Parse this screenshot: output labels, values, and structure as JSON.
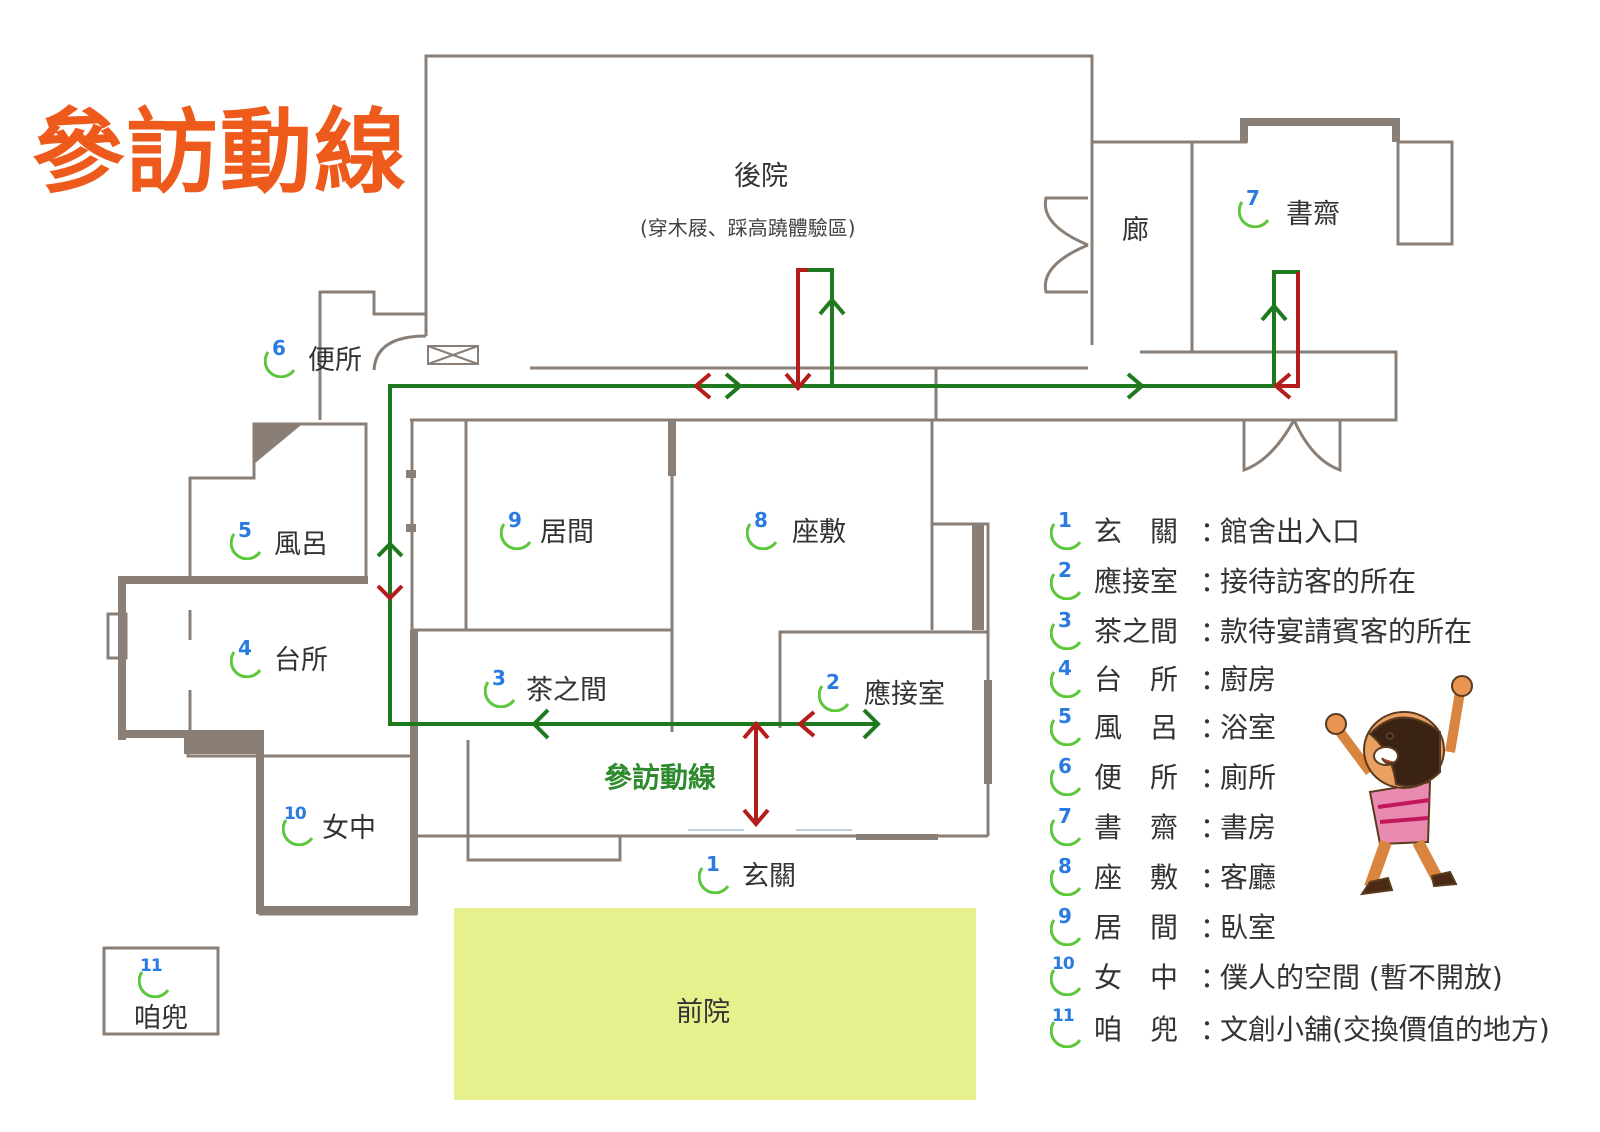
{
  "title": "參訪動線",
  "route_label": "參訪動線",
  "colors": {
    "wall": "#8a7f76",
    "route_forward": "#1f7a1f",
    "route_back": "#b51c1c",
    "front_yard": "#e6f08c",
    "title": "#ee5a1c",
    "badge_number": "#2a7be0",
    "badge_ring": "#5cc73a"
  },
  "rooms": {
    "backyard": {
      "name": "後院",
      "note": "(穿木屐、踩高蹺體驗區)"
    },
    "corridor": {
      "name": "廊"
    },
    "study": {
      "num": "7",
      "name": "書齋"
    },
    "toilet": {
      "num": "6",
      "name": "便所"
    },
    "bath": {
      "num": "5",
      "name": "風呂"
    },
    "living": {
      "num": "9",
      "name": "居間"
    },
    "tatami": {
      "num": "8",
      "name": "座敷"
    },
    "kitchen": {
      "num": "4",
      "name": "台所"
    },
    "tea": {
      "num": "3",
      "name": "茶之間"
    },
    "reception": {
      "num": "2",
      "name": "應接室"
    },
    "maid": {
      "num": "10",
      "name": "女中"
    },
    "entrance": {
      "num": "1",
      "name": "玄關"
    },
    "shop": {
      "num": "11",
      "name": "咱兜"
    },
    "frontyard": {
      "name": "前院"
    }
  },
  "legend": [
    {
      "num": "1",
      "key": "玄關",
      "desc": "館舍出入口"
    },
    {
      "num": "2",
      "key": "應接室",
      "desc": "接待訪客的所在"
    },
    {
      "num": "3",
      "key": "茶之間",
      "desc": "款待宴請賓客的所在"
    },
    {
      "num": "4",
      "key": "台所",
      "desc": "廚房"
    },
    {
      "num": "5",
      "key": "風呂",
      "desc": "浴室"
    },
    {
      "num": "6",
      "key": "便所",
      "desc": "廁所"
    },
    {
      "num": "7",
      "key": "書齋",
      "desc": "書房"
    },
    {
      "num": "8",
      "key": "座敷",
      "desc": "客廳"
    },
    {
      "num": "9",
      "key": "居間",
      "desc": "臥室"
    },
    {
      "num": "10",
      "key": "女中",
      "desc": "僕人的空間 (暫不開放)"
    },
    {
      "num": "11",
      "key": "咱兜",
      "desc": "文創小舖(交換價值的地方)"
    }
  ],
  "legend_colon": "："
}
